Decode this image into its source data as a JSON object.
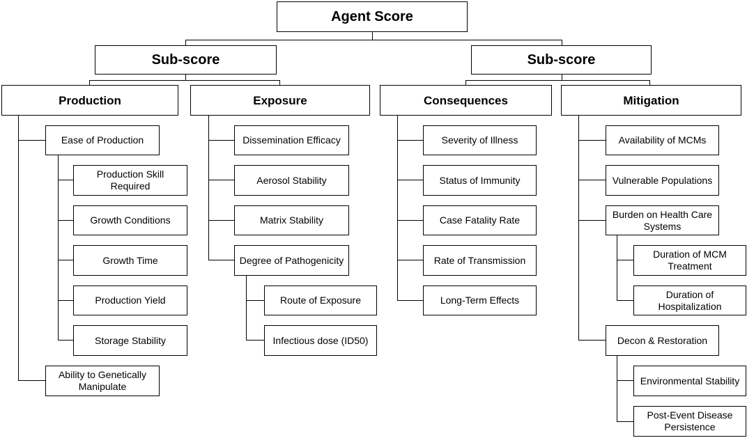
{
  "root": "Agent Score",
  "subscores": [
    "Sub-score",
    "Sub-score"
  ],
  "production": {
    "title": "Production",
    "ease": "Ease of Production",
    "ease_children": [
      "Production Skill Required",
      "Growth Conditions",
      "Growth Time",
      "Production Yield",
      "Storage Stability"
    ],
    "genetic": "Ability to Genetically Manipulate"
  },
  "exposure": {
    "title": "Exposure",
    "items": [
      "Dissemination Efficacy",
      "Aerosol Stability",
      "Matrix Stability",
      "Degree of Pathogenicity"
    ],
    "pathogenicity_children": [
      "Route of Exposure",
      "Infectious dose (ID50)"
    ]
  },
  "consequences": {
    "title": "Consequences",
    "items": [
      "Severity of Illness",
      "Status of Immunity",
      "Case Fatality Rate",
      "Rate of Transmission",
      "Long-Term Effects"
    ]
  },
  "mitigation": {
    "title": "Mitigation",
    "items": [
      "Availability of MCMs",
      "Vulnerable Populations",
      "Burden on Health Care Systems"
    ],
    "burden_children": [
      "Duration of MCM Treatment",
      "Duration of Hospitalization"
    ],
    "decon": "Decon & Restoration",
    "decon_children": [
      "Environmental Stability",
      "Post-Event Disease Persistence"
    ]
  }
}
